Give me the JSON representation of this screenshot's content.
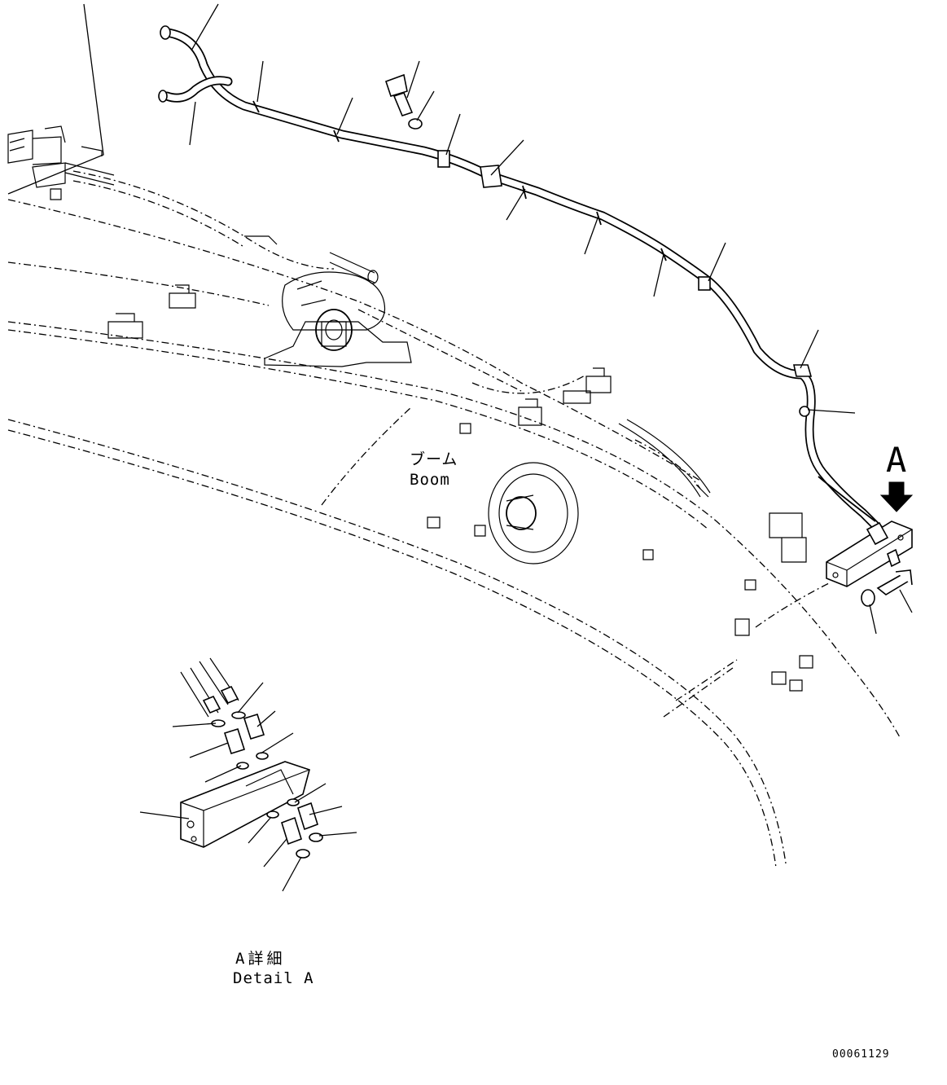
{
  "labels": {
    "boom_jp": "ブーム",
    "boom_en": "Boom",
    "view_arrow": "A",
    "detail_jp": "A詳細",
    "detail_en": "Detail A",
    "part_number": "00061129"
  }
}
